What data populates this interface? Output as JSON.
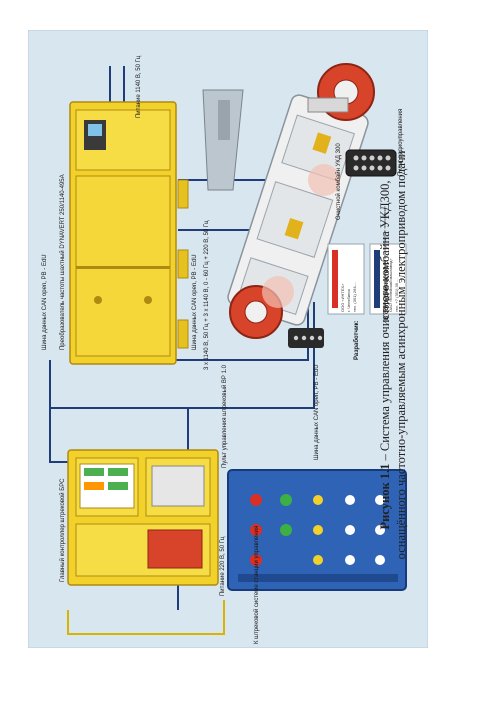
{
  "diagram": {
    "labels": {
      "main_controller": "Главный контроллер штрековой БРС",
      "frequency_converter": "Преобразователь частоты шахтный DYNAVERT 250/1140-495A",
      "supply_top": "Питание 1140 В, 50 Гц",
      "can_bus_1": "Шина данных CAN open, PB - EdU",
      "can_bus_2": "Шина данных CAN open, PB - EdU",
      "can_bus_3": "Шина данных CAN open, PB - EdU",
      "cable_spec": "3 x 1140 В, 50 Гц + 3 x 1140 В, 0 - 60 Гц + 220 В, 50 Гц",
      "shearer": "Очистной комбайн УКД 300",
      "radio_remote": "Пульт радиоуправления",
      "supply_220": "Питание 220 В, 50 Гц",
      "control_panel": "Пульт управления штрековый ВР 1.0",
      "to_system": "К штрековой системе станции управления",
      "developer_title": "Разработчик:",
      "developer_lines": [
        "ООО «ИНТЕХ»",
        "г. Челябинск",
        "тел. (351) 264-..."
      ],
      "participants_title": "В сотрудничестве с:",
      "participants_lines": [
        "ЗАО «Объединённые машиностроительные технологии»",
        "ОАО «Копейский машзавод»",
        "тел. +7 (351) 39 ..."
      ]
    },
    "colors": {
      "background": "#d8e6f0",
      "yellow_cabinet": "#f2d12a",
      "blue_panel": "#2f63b5",
      "shearer_body": "#e8e8e8",
      "cutter_red": "#d8442a",
      "cable": "#1f3d7a"
    }
  },
  "caption": {
    "label": "Рисунок 1.1",
    "line1": " – Система управления очистного комбайна УКД300,",
    "line2": "оснащённого частотно-управляемым асинхронным электроприводом подачи"
  }
}
